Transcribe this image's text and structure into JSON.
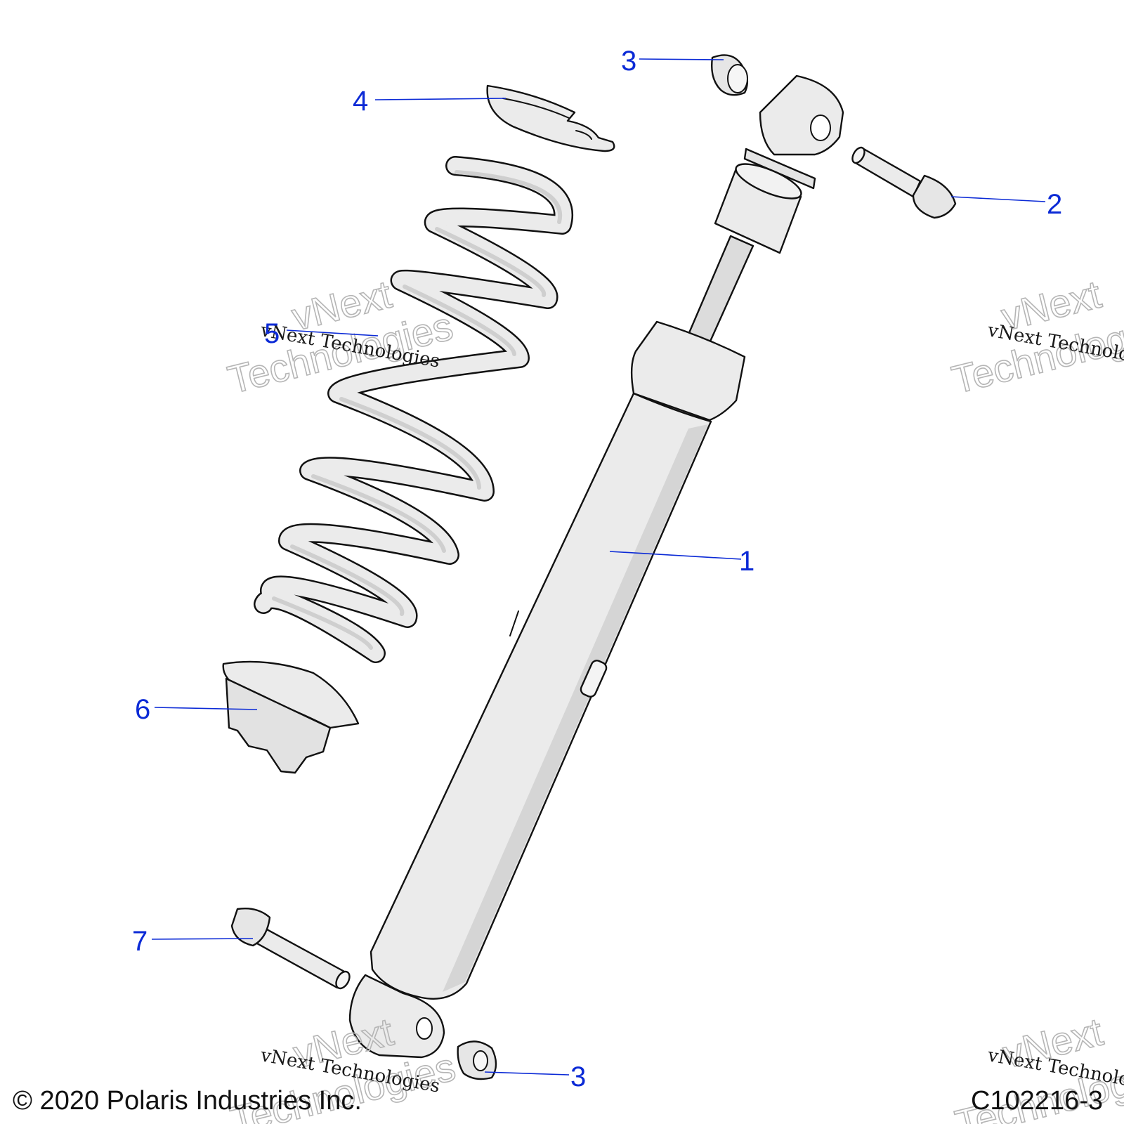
{
  "colors": {
    "callout": "#0b2ad6",
    "part_fill": "#ebebeb",
    "part_shade": "#cfcfcf",
    "outline": "#111111"
  },
  "callouts": [
    {
      "id": "shock",
      "label": "1"
    },
    {
      "id": "upper-bolt",
      "label": "2"
    },
    {
      "id": "upper-nut",
      "label": "3"
    },
    {
      "id": "upper-retainer",
      "label": "4"
    },
    {
      "id": "spring",
      "label": "5"
    },
    {
      "id": "lower-seat",
      "label": "6"
    },
    {
      "id": "lower-bolt",
      "label": "7"
    },
    {
      "id": "lower-nut",
      "label": "3"
    }
  ],
  "watermarks": {
    "brand": "vNext",
    "brand_sub": "Technologies",
    "line": "vNext Technologies"
  },
  "footer": {
    "copyright": "© 2020 Polaris Industries Inc.",
    "code": "C102216-3"
  }
}
